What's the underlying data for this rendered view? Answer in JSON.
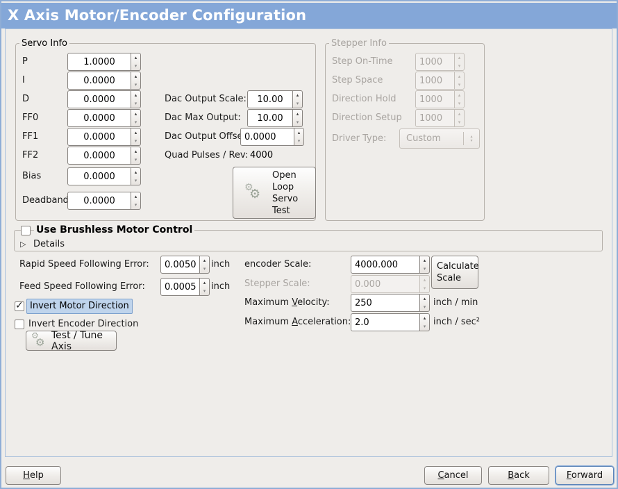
{
  "window": {
    "title": "X Axis Motor/Encoder Configuration"
  },
  "icons": {
    "spin_up": "▴",
    "spin_down": "▾",
    "check": "✓",
    "expander": "▷",
    "gear": "⚙"
  },
  "colors": {
    "titlebar": "#84a7d8",
    "highlight_bg": "#bfd4ec",
    "window_bg": "#efedea"
  },
  "servo_info": {
    "title": "Servo Info",
    "fields": [
      {
        "label": "P",
        "value": "1.0000"
      },
      {
        "label": "I",
        "value": "0.0000"
      },
      {
        "label": "D",
        "value": "0.0000"
      },
      {
        "label": "FF0",
        "value": "0.0000"
      },
      {
        "label": "FF1",
        "value": "0.0000"
      },
      {
        "label": "FF2",
        "value": "0.0000"
      },
      {
        "label": "Bias",
        "value": "0.0000"
      },
      {
        "label": "Deadband",
        "value": "0.0000"
      }
    ]
  },
  "dac": {
    "scale_label": "Dac Output Scale:",
    "scale_value": "10.00",
    "max_label": "Dac Max Output:",
    "max_value": "10.00",
    "offset_label": "Dac Output Offset:",
    "offset_value": "0.0000",
    "quad_label": "Quad Pulses / Rev:",
    "quad_value": "4000"
  },
  "open_loop_button": {
    "label": "Open Loop Servo Test"
  },
  "stepper_info": {
    "title": "Stepper Info",
    "fields": [
      {
        "label": "Step On-Time",
        "value": "1000"
      },
      {
        "label": "Step Space",
        "value": "1000"
      },
      {
        "label": "Direction Hold",
        "value": "1000"
      },
      {
        "label": "Direction Setup",
        "value": "1000"
      }
    ],
    "driver_type_label": "Driver Type:",
    "driver_type_value": "Custom"
  },
  "brushless": {
    "checkbox_label": "Use Brushless Motor Control",
    "details_label": "Details"
  },
  "following_error": {
    "rapid_label": "Rapid Speed Following Error:",
    "rapid_value": "0.0050",
    "rapid_unit": "inch",
    "feed_label": "Feed Speed Following Error:",
    "feed_value": "0.0005",
    "feed_unit": "inch"
  },
  "scales": {
    "encoder_label": "encoder Scale:",
    "encoder_value": "4000.000",
    "calculate_button": "Calculate Scale",
    "stepper_label": "Stepper Scale:",
    "stepper_value": "0.000",
    "velocity_pre": "Maximum ",
    "velocity_mn": "V",
    "velocity_post": "elocity:",
    "velocity_value": "250",
    "velocity_unit": "inch / min",
    "accel_pre": "Maximum ",
    "accel_mn": "A",
    "accel_post": "cceleration:",
    "accel_value": "2.0",
    "accel_unit": "inch / sec²"
  },
  "invert": {
    "motor_label": "Invert Motor Direction",
    "encoder_label": "Invert Encoder Direction"
  },
  "test_tune_button": {
    "label": "Test / Tune Axis"
  },
  "footer": {
    "help_mn": "H",
    "help_rest": "elp",
    "cancel_mn": "C",
    "cancel_rest": "ancel",
    "back_mn": "B",
    "back_rest": "ack",
    "forward_mn": "F",
    "forward_rest": "orward"
  }
}
